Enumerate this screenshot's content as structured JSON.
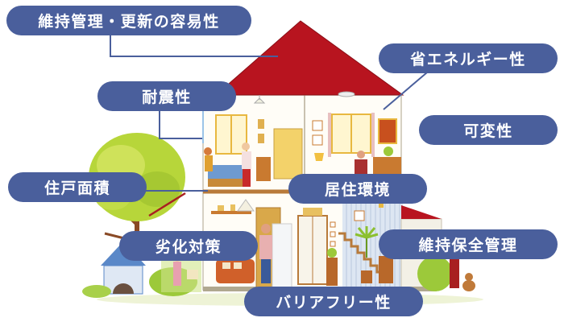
{
  "colors": {
    "bubble_bg": "#4a5f9c",
    "bubble_text": "#ffffff",
    "connector_line": "#4a5f9c",
    "roof": "#b8141f",
    "tree_foliage": "#b7d63a",
    "wall": "#ffffff"
  },
  "labels": [
    {
      "id": "maintenance-update",
      "text": "維持管理・更新の容易性"
    },
    {
      "id": "seismic",
      "text": "耐震性"
    },
    {
      "id": "energy-saving",
      "text": "省エネルギー性"
    },
    {
      "id": "adaptability",
      "text": "可変性"
    },
    {
      "id": "unit-area",
      "text": "住戸面積"
    },
    {
      "id": "living-environment",
      "text": "居住環境"
    },
    {
      "id": "deterioration-countermeasures",
      "text": "劣化対策"
    },
    {
      "id": "maintenance-conservation",
      "text": "維持保全管理"
    },
    {
      "id": "barrier-free",
      "text": "バリアフリー性"
    }
  ],
  "illustration": {
    "subject": "two-story house cutaway with family, rooms, tree, doghouse and garden"
  }
}
